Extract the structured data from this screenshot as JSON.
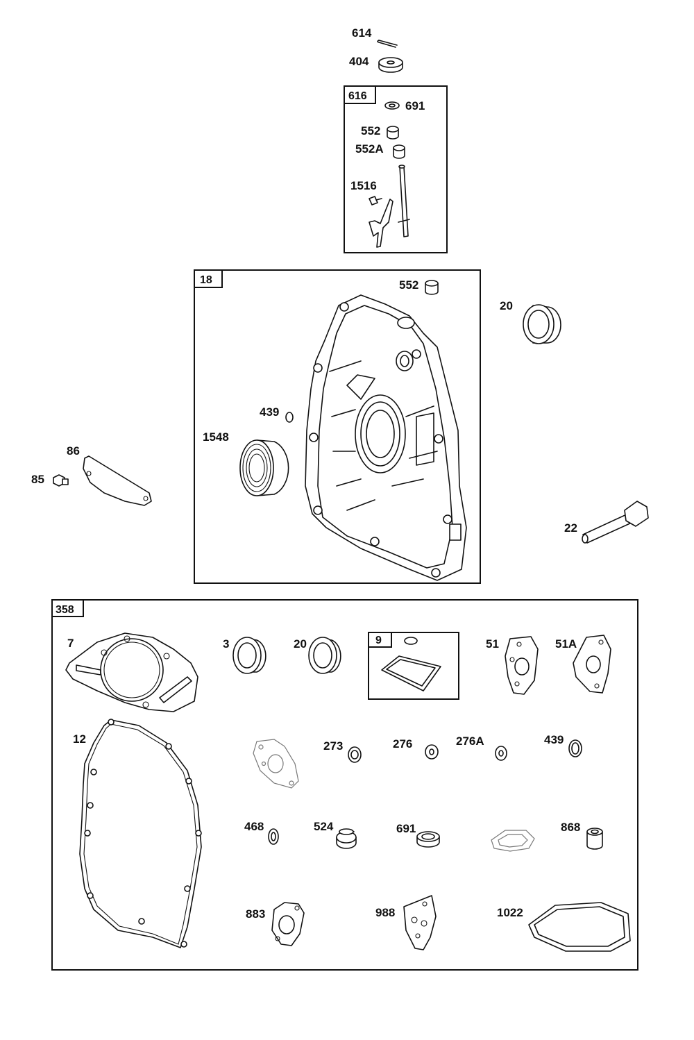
{
  "groups": {
    "g616": "616",
    "g18": "18",
    "g358": "358",
    "g9": "9"
  },
  "labels": {
    "p614": "614",
    "p404": "404",
    "p691_top": "691",
    "p552_top": "552",
    "p552a": "552A",
    "p1516": "1516",
    "p552_mid": "552",
    "p20_top": "20",
    "p439_top": "439",
    "p1548": "1548",
    "p86": "86",
    "p85": "85",
    "p22": "22",
    "p7": "7",
    "p3": "3",
    "p20_kit": "20",
    "p51": "51",
    "p51a": "51A",
    "p12": "12",
    "p273": "273",
    "p276": "276",
    "p276a": "276A",
    "p439_kit": "439",
    "p468": "468",
    "p524": "524",
    "p691_kit": "691",
    "p868": "868",
    "p883": "883",
    "p988": "988",
    "p1022": "1022"
  }
}
